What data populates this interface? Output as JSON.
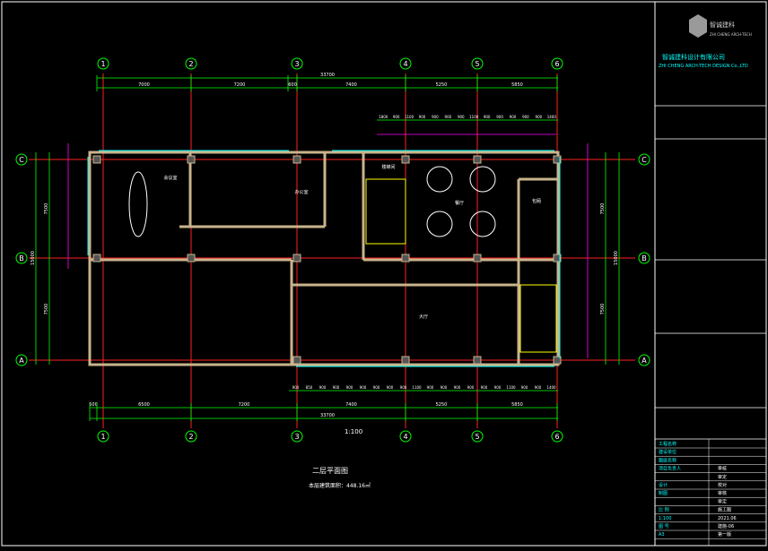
{
  "colors": {
    "background": "#000000",
    "dimension": "#00ff00",
    "axis_line": "#ff2020",
    "wall": "#c8b48c",
    "window": "#00ffff",
    "door": "#00ffff",
    "stair": "#ffff00",
    "text": "#ffffff",
    "titleblock_text": "#00ffff",
    "magenta": "#ff00ff"
  },
  "drawing": {
    "scale_label": "1:100",
    "title": "二层平面图",
    "subtitle": "本层建筑面积：448.16㎡"
  },
  "axes": {
    "columns": [
      "1",
      "2",
      "3",
      "4",
      "5",
      "6"
    ],
    "rows": [
      "C",
      "B",
      "A"
    ]
  },
  "dimensions": {
    "top_overall": "33700",
    "top_segments": [
      "7000",
      "7200",
      "600",
      "7400",
      "5250",
      "5850"
    ],
    "bottom_overall": "33700",
    "bottom_segments": [
      "500",
      "6500",
      "7200",
      "7400",
      "5250",
      "5850"
    ],
    "left_overall": "15000",
    "left_segments": [
      "7500",
      "7500"
    ],
    "right_overall": "15000",
    "right_segments": [
      "7500",
      "7500"
    ],
    "top_window_chain": [
      "1800",
      "900",
      "1100",
      "900",
      "900",
      "900",
      "900",
      "1100",
      "900",
      "900",
      "900",
      "900",
      "900",
      "1400"
    ],
    "bottom_window_chain": [
      "900",
      "850",
      "900",
      "900",
      "900",
      "900",
      "900",
      "900",
      "900",
      "1100",
      "900",
      "900",
      "900",
      "900",
      "900",
      "900",
      "1100",
      "900",
      "900",
      "1400"
    ]
  },
  "rooms": [
    {
      "id": "meeting",
      "label": "会议室"
    },
    {
      "id": "office",
      "label": "办公室"
    },
    {
      "id": "stair_hall",
      "label": "楼梯间"
    },
    {
      "id": "dining",
      "label": "餐厅"
    },
    {
      "id": "private_room",
      "label": "包厢"
    },
    {
      "id": "hall",
      "label": "大厅"
    }
  ],
  "titleblock": {
    "company_cn": "智诚建科设计有限公司",
    "company_en": "ZHI CHENG ARCH-TECH DESIGN Co.,LTD",
    "logo_text": "智诚建科",
    "logo_sub": "ZHI CHENG ARCH-TECH",
    "rows": [
      {
        "label": "工程名称",
        "value": ""
      },
      {
        "label": "建设单位",
        "value": ""
      },
      {
        "label": "图纸名称",
        "value": ""
      },
      {
        "label": "项目负责人",
        "value": "审核"
      },
      {
        "label": "",
        "value": "审定"
      },
      {
        "label": "设计",
        "value": "校对"
      },
      {
        "label": "制图",
        "value": "审核"
      },
      {
        "label": "",
        "value": "审定"
      },
      {
        "label": "比 例",
        "value": "施工图"
      },
      {
        "label": "1:100",
        "value": "2021.06"
      },
      {
        "label": "图 号",
        "value": "建施-06"
      },
      {
        "label": "A3",
        "value": "第一版"
      }
    ]
  }
}
